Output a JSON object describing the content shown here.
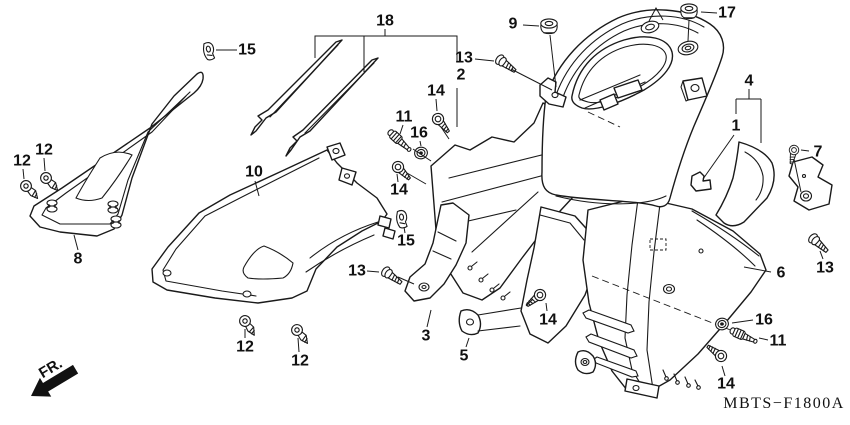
{
  "diagram": {
    "code": "MBTS−F1800A",
    "direction_label": "FR.",
    "background_color": "#ffffff",
    "line_color": "#1a1a1a"
  },
  "callouts": [
    {
      "part": "15"
    },
    {
      "part": "12"
    },
    {
      "part": "12"
    },
    {
      "part": "8"
    },
    {
      "part": "10"
    },
    {
      "part": "18"
    },
    {
      "part": "2"
    },
    {
      "part": "9"
    },
    {
      "part": "17"
    },
    {
      "part": "13"
    },
    {
      "part": "14"
    },
    {
      "part": "11"
    },
    {
      "part": "16"
    },
    {
      "part": "14"
    },
    {
      "part": "4"
    },
    {
      "part": "1"
    },
    {
      "part": "7"
    },
    {
      "part": "15"
    },
    {
      "part": "13"
    },
    {
      "part": "3"
    },
    {
      "part": "5"
    },
    {
      "part": "12"
    },
    {
      "part": "12"
    },
    {
      "part": "14"
    },
    {
      "part": "13"
    },
    {
      "part": "6"
    },
    {
      "part": "16"
    },
    {
      "part": "11"
    },
    {
      "part": "14"
    }
  ]
}
